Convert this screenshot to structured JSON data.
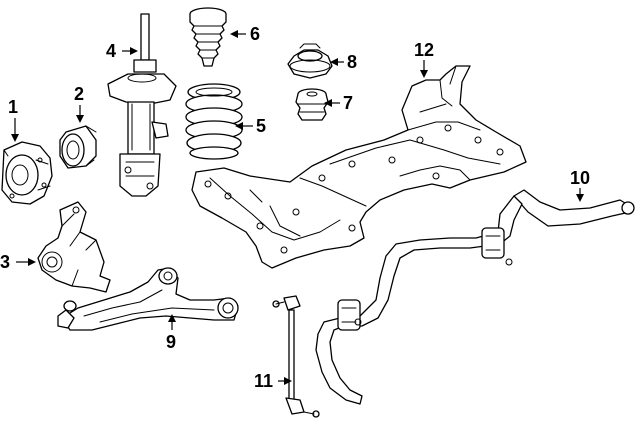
{
  "diagram": {
    "colors": {
      "line": "#000000",
      "background": "#ffffff"
    },
    "callouts": [
      {
        "id": "1",
        "label": "1"
      },
      {
        "id": "2",
        "label": "2"
      },
      {
        "id": "3",
        "label": "3"
      },
      {
        "id": "4",
        "label": "4"
      },
      {
        "id": "5",
        "label": "5"
      },
      {
        "id": "6",
        "label": "6"
      },
      {
        "id": "7",
        "label": "7"
      },
      {
        "id": "8",
        "label": "8"
      },
      {
        "id": "9",
        "label": "9"
      },
      {
        "id": "10",
        "label": "10"
      },
      {
        "id": "11",
        "label": "11"
      },
      {
        "id": "12",
        "label": "12"
      }
    ]
  }
}
